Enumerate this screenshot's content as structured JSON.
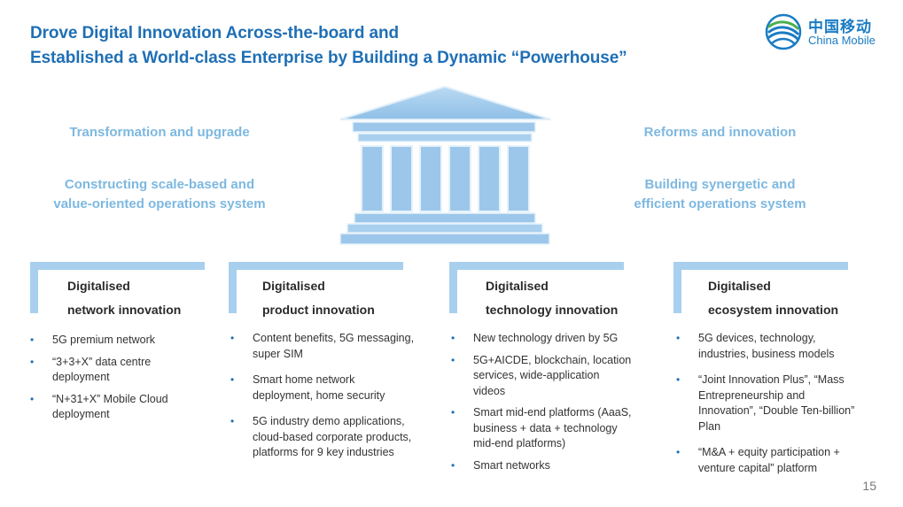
{
  "title": {
    "line1": "Drove Digital Innovation Across-the-board and",
    "line2": "Established a World-class Enterprise by Building a Dynamic “Powerhouse”"
  },
  "logo": {
    "chinese": "中国移动",
    "english": "China Mobile"
  },
  "left_labels": {
    "top": "Transformation and upgrade",
    "bottom_line1": "Constructing scale-based and",
    "bottom_line2": "value-oriented operations system"
  },
  "right_labels": {
    "top": "Reforms and innovation",
    "bottom_line1": "Building synergetic and",
    "bottom_line2": "efficient operations system"
  },
  "columns": [
    {
      "title_line1": "Digitalised",
      "title_line2": "network innovation",
      "bullets": [
        "5G premium network",
        "“3+3+X” data centre deployment",
        "“N+31+X” Mobile Cloud deployment"
      ]
    },
    {
      "title_line1": "Digitalised",
      "title_line2": "product innovation",
      "bullets": [
        "Content benefits, 5G messaging, super SIM",
        "Smart home network deployment, home security",
        "5G industry demo applications, cloud-based corporate products, platforms for 9 key industries"
      ]
    },
    {
      "title_line1": "Digitalised",
      "title_line2": "technology innovation",
      "bullets": [
        "New technology driven by 5G",
        "5G+AICDE, blockchain, location services, wide-application videos",
        "Smart mid-end platforms (AaaS, business + data + technology mid-end platforms)",
        "Smart networks"
      ]
    },
    {
      "title_line1": "Digitalised",
      "title_line2": "ecosystem innovation",
      "bullets": [
        "5G devices, technology, industries, business models",
        "“Joint Innovation Plus”, “Mass Entrepreneurship and Innovation”, “Double Ten-billion” Plan",
        "“M&A + equity participation + venture capital” platform"
      ]
    }
  ],
  "page_number": "15",
  "colors": {
    "title_blue": "#1f6fb5",
    "label_light_blue": "#7db8e0",
    "card_accent": "#a8d0ee",
    "temple_blue": "#9cc7ea"
  }
}
